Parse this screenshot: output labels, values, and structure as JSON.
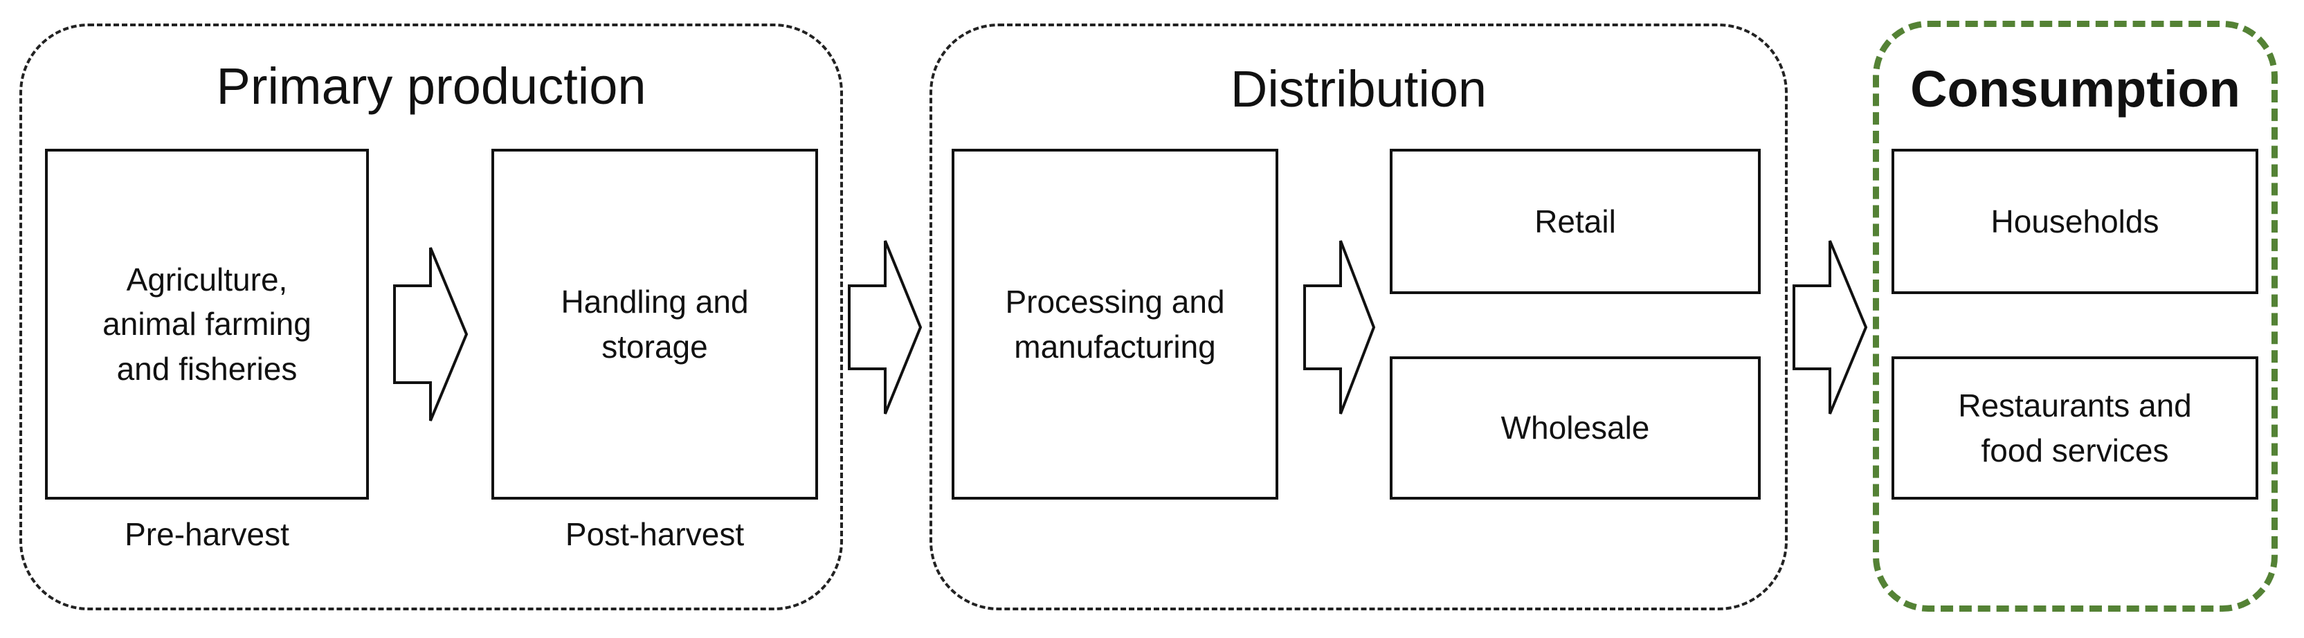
{
  "groups": {
    "primary": {
      "title": "Primary production"
    },
    "distribution": {
      "title": "Distribution"
    },
    "consumption": {
      "title": "Consumption"
    }
  },
  "boxes": {
    "agriculture": "Agriculture,\nanimal farming\nand fisheries",
    "handling": "Handling and\nstorage",
    "processing": "Processing and\nmanufacturing",
    "retail": "Retail",
    "wholesale": "Wholesale",
    "households": "Households",
    "restaurants": "Restaurants and\nfood services"
  },
  "captions": {
    "pre_harvest": "Pre-harvest",
    "post_harvest": "Post-harvest"
  },
  "colors": {
    "consumption_border": "#548235",
    "group_border": "#222222"
  }
}
